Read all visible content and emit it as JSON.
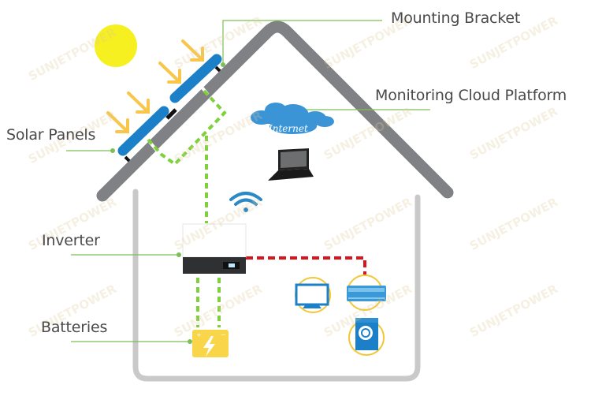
{
  "labels": {
    "mounting_bracket": "Mounting Bracket",
    "monitoring_cloud": "Monitoring Cloud Platform",
    "solar_panels": "Solar Panels",
    "inverter": "Inverter",
    "batteries": "Batteries"
  },
  "cloud_text": "Internet",
  "watermark": "SUNJETPOWER",
  "colors": {
    "roof": "#808185",
    "wall": "#c9c9c9",
    "panel": "#1c80c8",
    "sun": "#f7f020",
    "sun_ray": "#f8c64a",
    "dc_line": "#7ed13a",
    "ac_line": "#d9141c",
    "label_line": "#7cbf55",
    "label_text": "#4a4a4a",
    "appliance": "#1c80c8",
    "appliance_ring": "#f2c83a",
    "battery": "#f9d54a",
    "cloud": "#3a94d6",
    "inverter_panel": "#2e3032"
  }
}
